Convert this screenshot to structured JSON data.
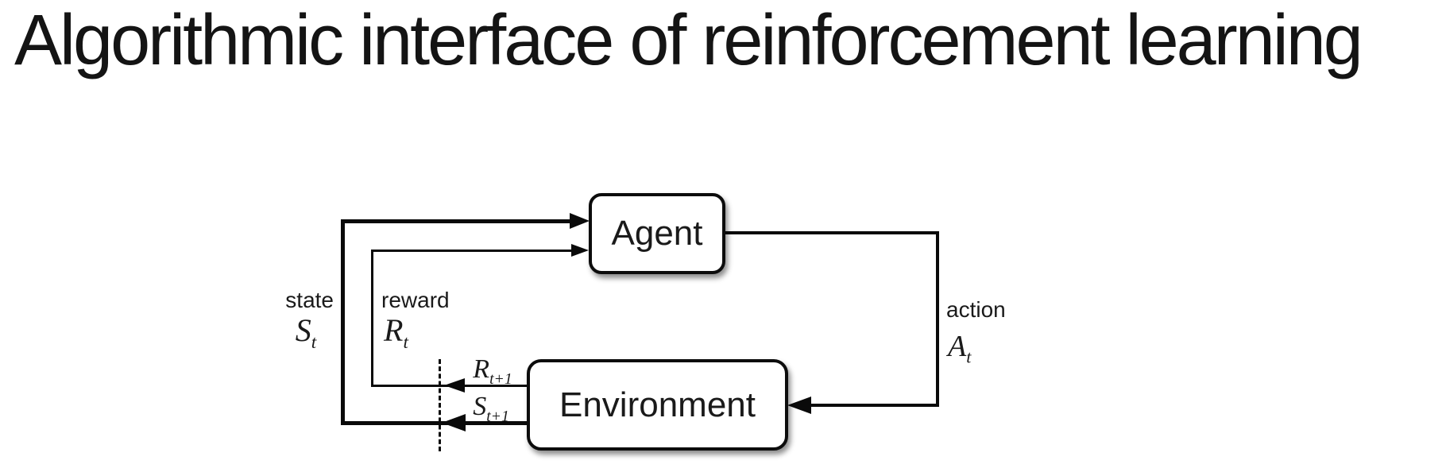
{
  "title": "Algorithmic interface of reinforcement learning",
  "diagram": {
    "agent": {
      "label": "Agent"
    },
    "environment": {
      "label": "Environment"
    },
    "labels": {
      "state": {
        "word": "state",
        "base": "S",
        "sub": "t"
      },
      "reward": {
        "word": "reward",
        "base": "R",
        "sub": "t"
      },
      "action": {
        "word": "action",
        "base": "A",
        "sub": "t"
      },
      "reward_next": {
        "base": "R",
        "sub": "t+1"
      },
      "state_next": {
        "base": "S",
        "sub": "t+1"
      }
    },
    "colors": {
      "line": "#0a0a0a",
      "box_border": "#0c0c0c",
      "box_fill": "#ffffff",
      "text": "#1a1a1a",
      "background": "#ffffff"
    }
  }
}
